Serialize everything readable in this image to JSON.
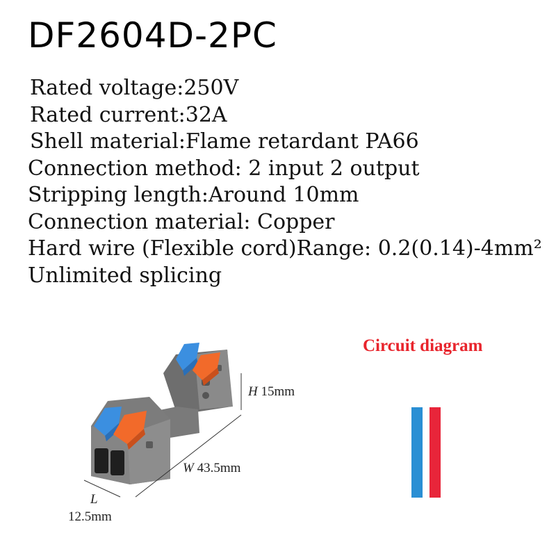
{
  "title": "DF2604D-2PC",
  "specs": [
    "Rated voltage:250V",
    "Rated current:32A",
    "Shell material:Flame retardant PA66",
    "Connection method: 2 input 2 output",
    "Stripping length:Around 10mm",
    "Connection material: Copper",
    "Hard wire (Flexible cord)Range: 0.2(0.14)-4mm²",
    "Unlimited splicing"
  ],
  "dimensions": {
    "height_letter": "H",
    "height_value": "15mm",
    "width_letter": "W",
    "width_value": "43.5mm",
    "length_letter": "L",
    "length_value": "12.5mm"
  },
  "circuit": {
    "title": "Circuit diagram",
    "wire_colors": [
      "#2a8fd4",
      "#e8253a"
    ]
  },
  "colors": {
    "housing": "#7c7c7c",
    "lever_blue": "#3b8fe0",
    "lever_orange": "#f26a2a",
    "accent_red": "#e8242c"
  }
}
